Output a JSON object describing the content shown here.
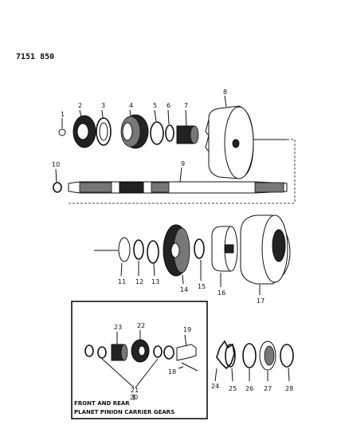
{
  "diagram": {
    "drawing_code": "7151 850",
    "inset_caption_line1": "FRONT AND REAR",
    "inset_caption_line2": "PLANET PINION CARRIER GEARS",
    "callouts": [
      "1",
      "2",
      "3",
      "4",
      "5",
      "6",
      "7",
      "8",
      "9",
      "10",
      "11",
      "12",
      "13",
      "14",
      "15",
      "16",
      "17",
      "18",
      "19",
      "20",
      "21",
      "22",
      "23",
      "24",
      "25",
      "26",
      "27",
      "28"
    ]
  }
}
